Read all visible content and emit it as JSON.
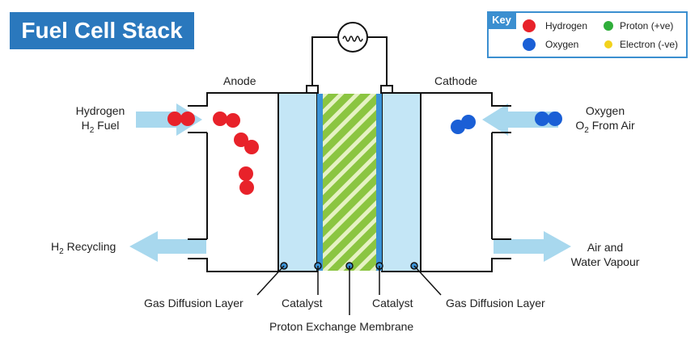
{
  "title": "Fuel Cell Stack",
  "key": {
    "label": "Key",
    "items": [
      {
        "label": "Hydrogen",
        "color": "#e8222a"
      },
      {
        "label": "Oxygen",
        "color": "#1a5fd6"
      },
      {
        "label": "Proton (+ve)",
        "color": "#2fae3a"
      },
      {
        "label": "Electron (-ve)",
        "color": "#f2d21c"
      }
    ]
  },
  "labels": {
    "anode": "Anode",
    "cathode": "Cathode",
    "hydrogen_in_line1": "Hydrogen",
    "hydrogen_in_line2_prefix": "H",
    "hydrogen_in_line2_sub": "2",
    "hydrogen_in_line2_suffix": " Fuel",
    "oxygen_in_line1": "Oxygen",
    "oxygen_in_line2_prefix": "O",
    "oxygen_in_line2_sub": "2",
    "oxygen_in_line2_suffix": " From Air",
    "h2_recycling_prefix": "H",
    "h2_recycling_sub": "2",
    "h2_recycling_suffix": " Recycling",
    "air_water_line1": "Air and",
    "air_water_line2": "Water Vapour",
    "gdl_left": "Gas Diffusion Layer",
    "catalyst_left": "Catalyst",
    "pem": "Proton Exchange Membrane",
    "catalyst_right": "Catalyst",
    "gdl_right": "Gas Diffusion Layer"
  },
  "colors": {
    "title_bg": "#2a78bd",
    "arrow": "#a8d8ee",
    "gas_layer": "#c4e6f6",
    "catalyst": "#3b93d6",
    "membrane_green": "#8bc541",
    "hydrogen": "#e8222a",
    "oxygen": "#1a5fd6"
  }
}
